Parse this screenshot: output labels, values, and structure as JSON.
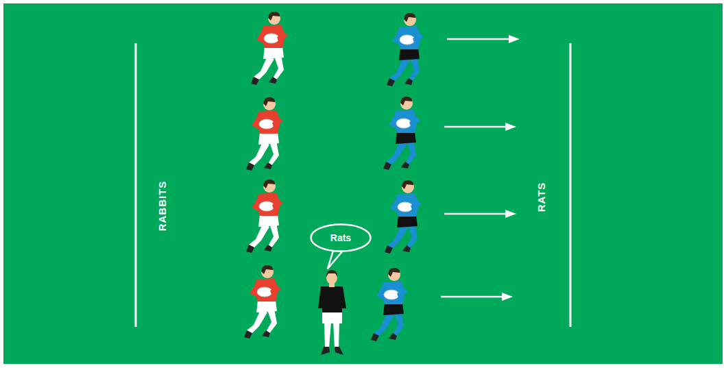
{
  "diagram": {
    "nodes": [
      {
        "text": [
          "Rats"
        ]
      }
    ],
    "labels": [
      "RABBITS",
      "RATS"
    ]
  }
}
